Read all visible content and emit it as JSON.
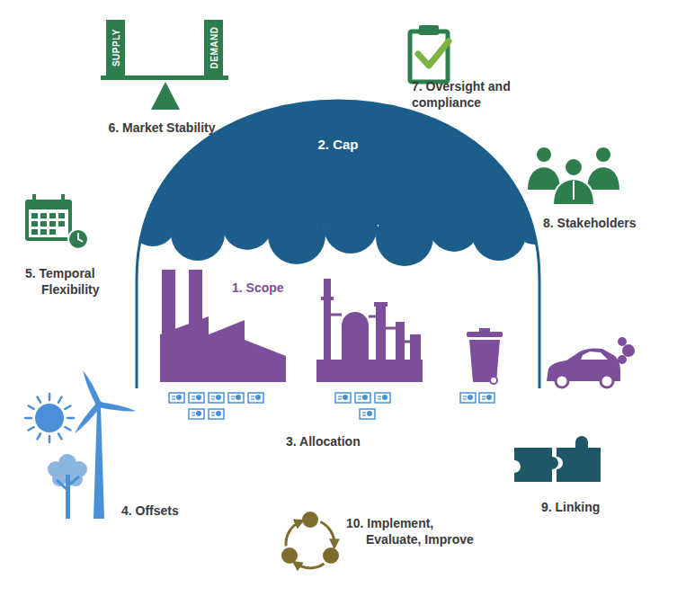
{
  "diagram": {
    "nodes": [
      {
        "text": [
          "2. Cap"
        ]
      },
      {
        "text": [
          "SUPPLY"
        ]
      },
      {
        "text": [
          "DEMAND"
        ]
      }
    ],
    "labels": [
      "6. Market Stability",
      "7. Oversight and compliance",
      "8. Stakeholders",
      "5. Temporal Flexibility",
      "1. Scope",
      "3. Allocation",
      "4. Offsets",
      "9. Linking",
      "10. Implement, Evaluate, Improve"
    ]
  }
}
